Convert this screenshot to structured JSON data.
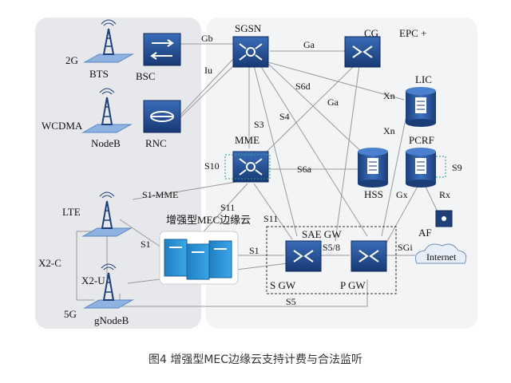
{
  "labels": {
    "bts": "BTS",
    "bsc": "BSC",
    "g2": "2G",
    "wcdma": "WCDMA",
    "nodeb": "NodeB",
    "rnc": "RNC",
    "lte": "LTE",
    "x2c": "X2-C",
    "x2u": "X2-U",
    "g5": "5G",
    "gnodeb": "gNodeB",
    "sgsn": "SGSN",
    "cg": "CG",
    "epc": "EPC +",
    "lic": "LIC",
    "pcrf": "PCRF",
    "mme": "MME",
    "hss": "HSS",
    "af": "AF",
    "internet": "Internet",
    "sgw": "S GW",
    "pgw": "P GW",
    "saegw": "SAE GW",
    "mec": "增强型MEC边缘云"
  },
  "interfaces": {
    "gb": "Gb",
    "iu": "Iu",
    "ga1": "Ga",
    "ga2": "Ga",
    "s6d": "S6d",
    "xn1": "Xn",
    "xn2": "Xn",
    "s3": "S3",
    "s4": "S4",
    "s10": "S10",
    "s6a": "S6a",
    "s9": "S9",
    "s1mme": "S1-MME",
    "s11a": "S11",
    "s11b": "S11",
    "s1a": "S1",
    "s1b": "S1",
    "s58": "S5/8",
    "sgi": "SGi",
    "gx": "Gx",
    "rx": "Rx",
    "s5": "S5"
  },
  "caption": "图4    增强型MEC边缘云支持计费与合法监听",
  "colors": {
    "left_panel": "#e8e9ec",
    "right_panel": "#f3f4f6",
    "device_dark": "#1e3f7a",
    "device_light": "#2f5fa8",
    "server_cyan": "#2a8fd0",
    "line": "#9a9a9a"
  }
}
